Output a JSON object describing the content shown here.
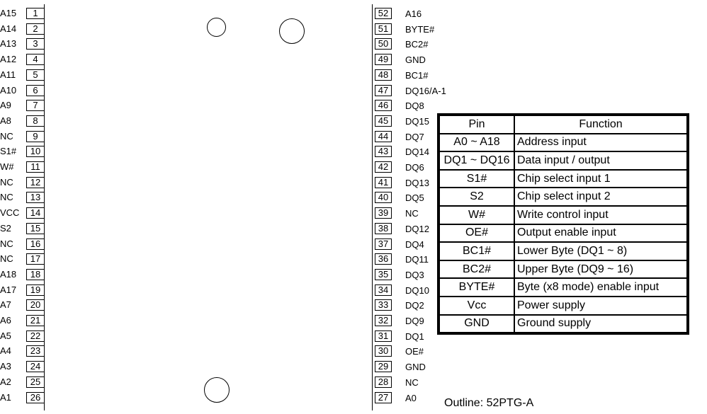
{
  "left_pins": [
    {
      "num": "1",
      "label": "A15"
    },
    {
      "num": "2",
      "label": "A14"
    },
    {
      "num": "3",
      "label": "A13"
    },
    {
      "num": "4",
      "label": "A12"
    },
    {
      "num": "5",
      "label": "A11"
    },
    {
      "num": "6",
      "label": "A10"
    },
    {
      "num": "7",
      "label": "A9"
    },
    {
      "num": "8",
      "label": "A8"
    },
    {
      "num": "9",
      "label": "NC"
    },
    {
      "num": "10",
      "label": "S1#"
    },
    {
      "num": "11",
      "label": "W#"
    },
    {
      "num": "12",
      "label": "NC"
    },
    {
      "num": "13",
      "label": "NC"
    },
    {
      "num": "14",
      "label": "VCC"
    },
    {
      "num": "15",
      "label": "S2"
    },
    {
      "num": "16",
      "label": "NC"
    },
    {
      "num": "17",
      "label": "NC"
    },
    {
      "num": "18",
      "label": "A18"
    },
    {
      "num": "19",
      "label": "A17"
    },
    {
      "num": "20",
      "label": "A7"
    },
    {
      "num": "21",
      "label": "A6"
    },
    {
      "num": "22",
      "label": "A5"
    },
    {
      "num": "23",
      "label": "A4"
    },
    {
      "num": "24",
      "label": "A3"
    },
    {
      "num": "25",
      "label": "A2"
    },
    {
      "num": "26",
      "label": "A1"
    }
  ],
  "right_pins": [
    {
      "num": "52",
      "label": "A16"
    },
    {
      "num": "51",
      "label": "BYTE#"
    },
    {
      "num": "50",
      "label": "BC2#"
    },
    {
      "num": "49",
      "label": "GND"
    },
    {
      "num": "48",
      "label": "BC1#"
    },
    {
      "num": "47",
      "label": "DQ16/A-1"
    },
    {
      "num": "46",
      "label": "DQ8"
    },
    {
      "num": "45",
      "label": "DQ15"
    },
    {
      "num": "44",
      "label": "DQ7"
    },
    {
      "num": "43",
      "label": "DQ14"
    },
    {
      "num": "42",
      "label": "DQ6"
    },
    {
      "num": "41",
      "label": "DQ13"
    },
    {
      "num": "40",
      "label": "DQ5"
    },
    {
      "num": "39",
      "label": "NC"
    },
    {
      "num": "38",
      "label": "DQ12"
    },
    {
      "num": "37",
      "label": "DQ4"
    },
    {
      "num": "36",
      "label": "DQ11"
    },
    {
      "num": "35",
      "label": "DQ3"
    },
    {
      "num": "34",
      "label": "DQ10"
    },
    {
      "num": "33",
      "label": "DQ2"
    },
    {
      "num": "32",
      "label": "DQ9"
    },
    {
      "num": "31",
      "label": "DQ1"
    },
    {
      "num": "30",
      "label": "OE#"
    },
    {
      "num": "29",
      "label": "GND"
    },
    {
      "num": "28",
      "label": "NC"
    },
    {
      "num": "27",
      "label": "A0"
    }
  ],
  "func_table": {
    "header_pin": "Pin",
    "header_function": "Function",
    "rows": [
      {
        "pin": "A0 ~ A18",
        "function": "Address input"
      },
      {
        "pin": "DQ1 ~ DQ16",
        "function": "Data input / output"
      },
      {
        "pin": "S1#",
        "function": "Chip select input 1"
      },
      {
        "pin": "S2",
        "function": "Chip select input 2"
      },
      {
        "pin": "W#",
        "function": "Write control input"
      },
      {
        "pin": "OE#",
        "function": "Output enable input"
      },
      {
        "pin": "BC1#",
        "function": "Lower  Byte (DQ1 ~ 8)"
      },
      {
        "pin": "BC2#",
        "function": "Upper  Byte (DQ9 ~ 16)"
      },
      {
        "pin": "BYTE#",
        "function": "Byte (x8 mode) enable input"
      },
      {
        "pin": "Vcc",
        "function": "Power supply"
      },
      {
        "pin": "GND",
        "function": "Ground supply"
      }
    ]
  },
  "outline_label": "Outline: 52PTG-A"
}
